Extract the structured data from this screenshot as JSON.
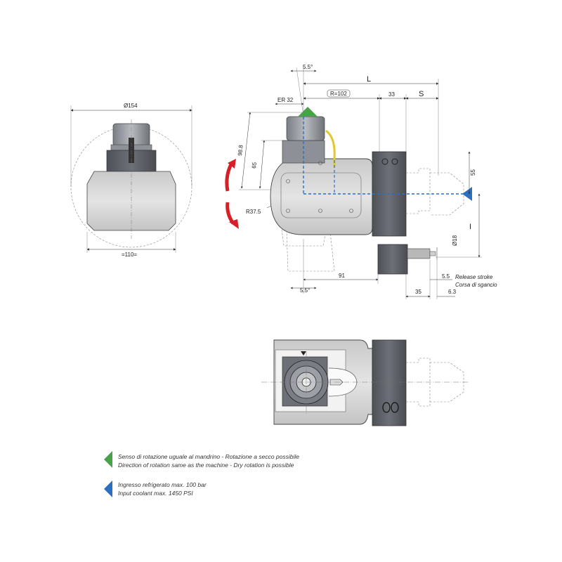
{
  "front_view": {
    "dia_outer": "Ø154",
    "width": "=110="
  },
  "side_view": {
    "angle_top": "5.5°",
    "angle_bottom": "5.5°",
    "L": "L",
    "R": "R=102",
    "dim_33": "33",
    "S": "S",
    "er": "ER 32",
    "dim_98_8": "98.8",
    "dim_65": "65",
    "radius": "R37.5",
    "dim_55": "55",
    "dia_18": "Ø18",
    "I": "I",
    "dim_91": "91",
    "dim_5_5": "5.5",
    "release_stroke": "Release stroke",
    "corsa_sgancio": "Corsa di sgancio",
    "dim_35": "35",
    "dim_6_3": "6.3"
  },
  "legend": {
    "rotation_it": "Senso di rotazione uguale al mandrino - Rotazione a secco possibile",
    "rotation_en": "Direction of rotation same as the machine - Dry rotation is possible",
    "coolant_it": "Ingresso refrigerato max. 100 bar",
    "coolant_en": "Input coolant max. 1450 PSI"
  },
  "colors": {
    "rotation_arrow": "#49a24a",
    "coolant_arrow": "#2c6fc0",
    "rotation_curve": "#d61f26",
    "body_dark": "#5d5f66",
    "body_light": "#d9d9d9"
  }
}
